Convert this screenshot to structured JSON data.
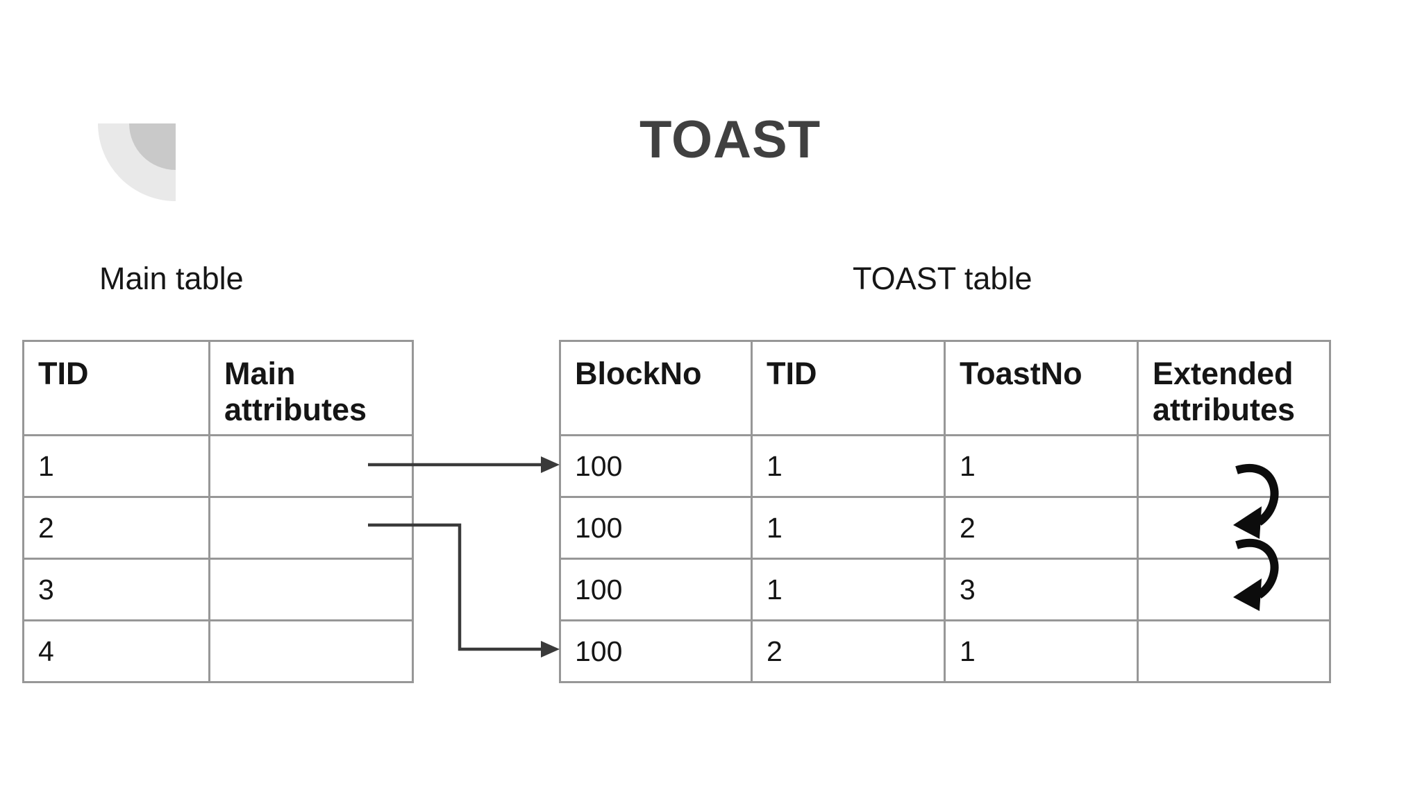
{
  "slide": {
    "title": "TOAST",
    "background_color": "#ffffff",
    "colors": {
      "title_text": "#404040",
      "body_text": "#151515",
      "table_border": "#979797",
      "connector_arrow": "#3a3a3a",
      "chain_arrow": "#0c0c0c",
      "decor_outer": "#e9e9e9",
      "decor_inner": "#c9c9c9"
    }
  },
  "main_table": {
    "label": "Main table",
    "headers": [
      "TID",
      "Main attributes"
    ],
    "rows": [
      [
        "1",
        ""
      ],
      [
        "2",
        ""
      ],
      [
        "3",
        ""
      ],
      [
        "4",
        ""
      ]
    ]
  },
  "toast_table": {
    "label": "TOAST table",
    "headers": [
      "BlockNo",
      "TID",
      "ToastNo",
      "Extended attributes"
    ],
    "rows": [
      [
        "100",
        "1",
        "1",
        ""
      ],
      [
        "100",
        "1",
        "2",
        ""
      ],
      [
        "100",
        "1",
        "3",
        ""
      ],
      [
        "100",
        "2",
        "1",
        ""
      ]
    ]
  },
  "arrows": {
    "row_links": [
      {
        "from": "main table row TID 1",
        "to": "toast table row 1 (100,1,1)",
        "style": "straight"
      },
      {
        "from": "main table row TID 2",
        "to": "toast table row 4 (100,2,1)",
        "style": "elbow"
      }
    ],
    "chain_links": [
      {
        "from": "toast table row 1 (ToastNo 1)",
        "to": "toast table row 2 (ToastNo 2)"
      },
      {
        "from": "toast table row 2 (ToastNo 2)",
        "to": "toast table row 3 (ToastNo 3)"
      }
    ]
  }
}
